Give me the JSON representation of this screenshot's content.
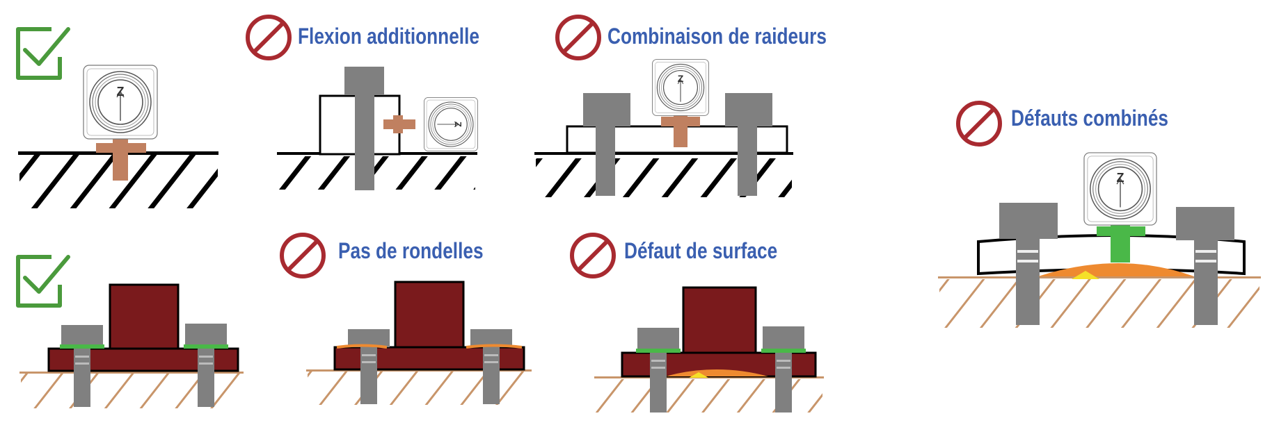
{
  "labels": {
    "flexion": "Flexion additionnelle",
    "combinaison": "Combinaison de raideurs",
    "defauts_combines": "Défauts combinés",
    "rondelles": "Pas de rondelles",
    "surface": "Défaut de surface"
  },
  "sensor_axis": "Z",
  "icons": {
    "ok": "checkbox-checked-icon",
    "forbidden": "prohibited-icon"
  },
  "colors": {
    "ok_green": "#4a9a3c",
    "forbidden_red": "#a82a30",
    "label_blue": "#3a5fb0",
    "bolt_gray": "#808080",
    "stud_copper": "#c08060",
    "base_maroon": "#7a1a1c",
    "washer_green": "#4ab848",
    "gap_orange": "#ee8a30",
    "contact_yellow": "#f5e028",
    "ground_hatch": "#c8956a"
  }
}
